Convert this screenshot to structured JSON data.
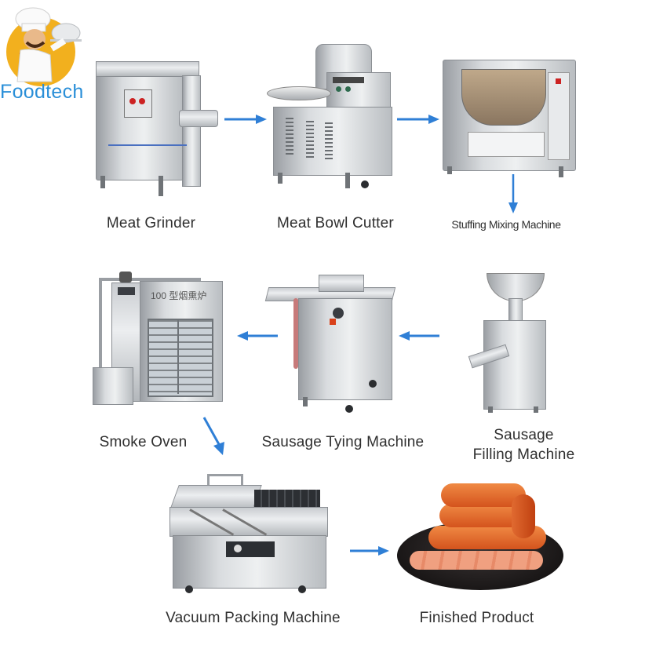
{
  "logo": {
    "brand": "Foodtech",
    "mascot": "chef-mascot-with-cloche",
    "brand_color": "#2a8fd8",
    "circle_color": "#f2b01e"
  },
  "arrow_color": "#2f7fd6",
  "steps": [
    {
      "id": 1,
      "label": "Meat Grinder",
      "icon": "meat-grinder-machine"
    },
    {
      "id": 2,
      "label": "Meat Bowl Cutter",
      "icon": "bowl-cutter-machine"
    },
    {
      "id": 3,
      "label": "Stuffing Mixing Machine",
      "icon": "mixing-machine"
    },
    {
      "id": 4,
      "label_line1": "Sausage",
      "label_line2": "Filling Machine",
      "icon": "filling-machine"
    },
    {
      "id": 5,
      "label": "Sausage Tying Machine",
      "icon": "tying-machine"
    },
    {
      "id": 6,
      "label": "Smoke Oven",
      "icon": "smoke-oven",
      "oven_text": "100 型烟熏炉"
    },
    {
      "id": 7,
      "label": "Vacuum Packing Machine",
      "icon": "vacuum-packer"
    },
    {
      "id": 8,
      "label": "Finished Product",
      "icon": "sausage-plate"
    }
  ],
  "flow": [
    {
      "from": 1,
      "to": 2,
      "direction": "right"
    },
    {
      "from": 2,
      "to": 3,
      "direction": "right"
    },
    {
      "from": 3,
      "to": 4,
      "direction": "down"
    },
    {
      "from": 4,
      "to": 5,
      "direction": "left"
    },
    {
      "from": 5,
      "to": 6,
      "direction": "left"
    },
    {
      "from": 6,
      "to": 7,
      "direction": "down-right"
    },
    {
      "from": 7,
      "to": 8,
      "direction": "right"
    }
  ]
}
